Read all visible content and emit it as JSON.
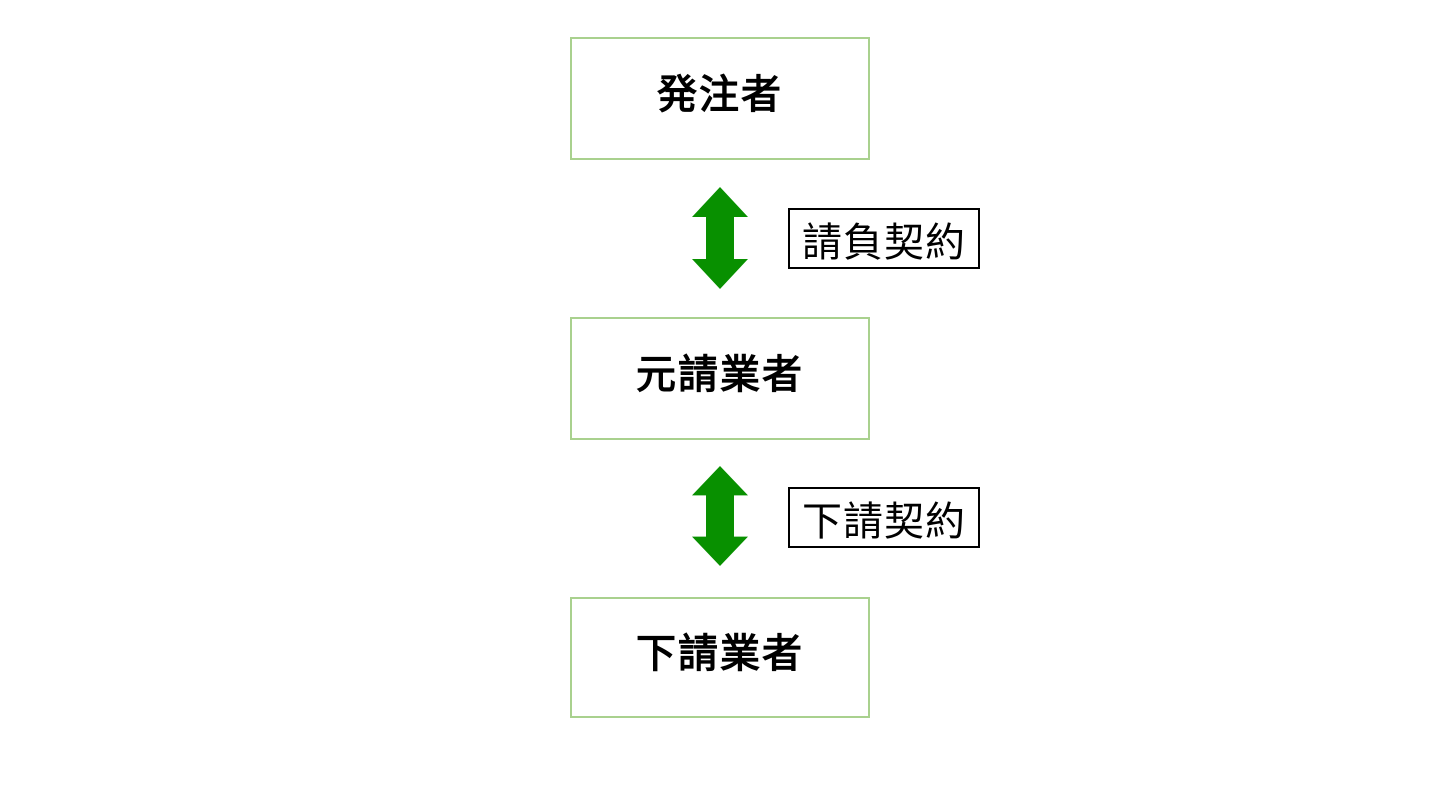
{
  "diagram": {
    "title": "contract-hierarchy-diagram",
    "nodes": [
      {
        "id": "orderer",
        "label": "発注者"
      },
      {
        "id": "prime-contractor",
        "label": "元請業者"
      },
      {
        "id": "subcontractor",
        "label": "下請業者"
      }
    ],
    "edges": [
      {
        "from": "orderer",
        "to": "prime-contractor",
        "label": "請負契約",
        "arrow": "double-headed-vertical"
      },
      {
        "from": "prime-contractor",
        "to": "subcontractor",
        "label": "下請契約",
        "arrow": "double-headed-vertical"
      }
    ],
    "colors": {
      "node_border": "#A9D18E",
      "arrow_fill": "#089000",
      "label_border": "#000000",
      "background": "#FFFFFF",
      "text": "#000000"
    }
  }
}
